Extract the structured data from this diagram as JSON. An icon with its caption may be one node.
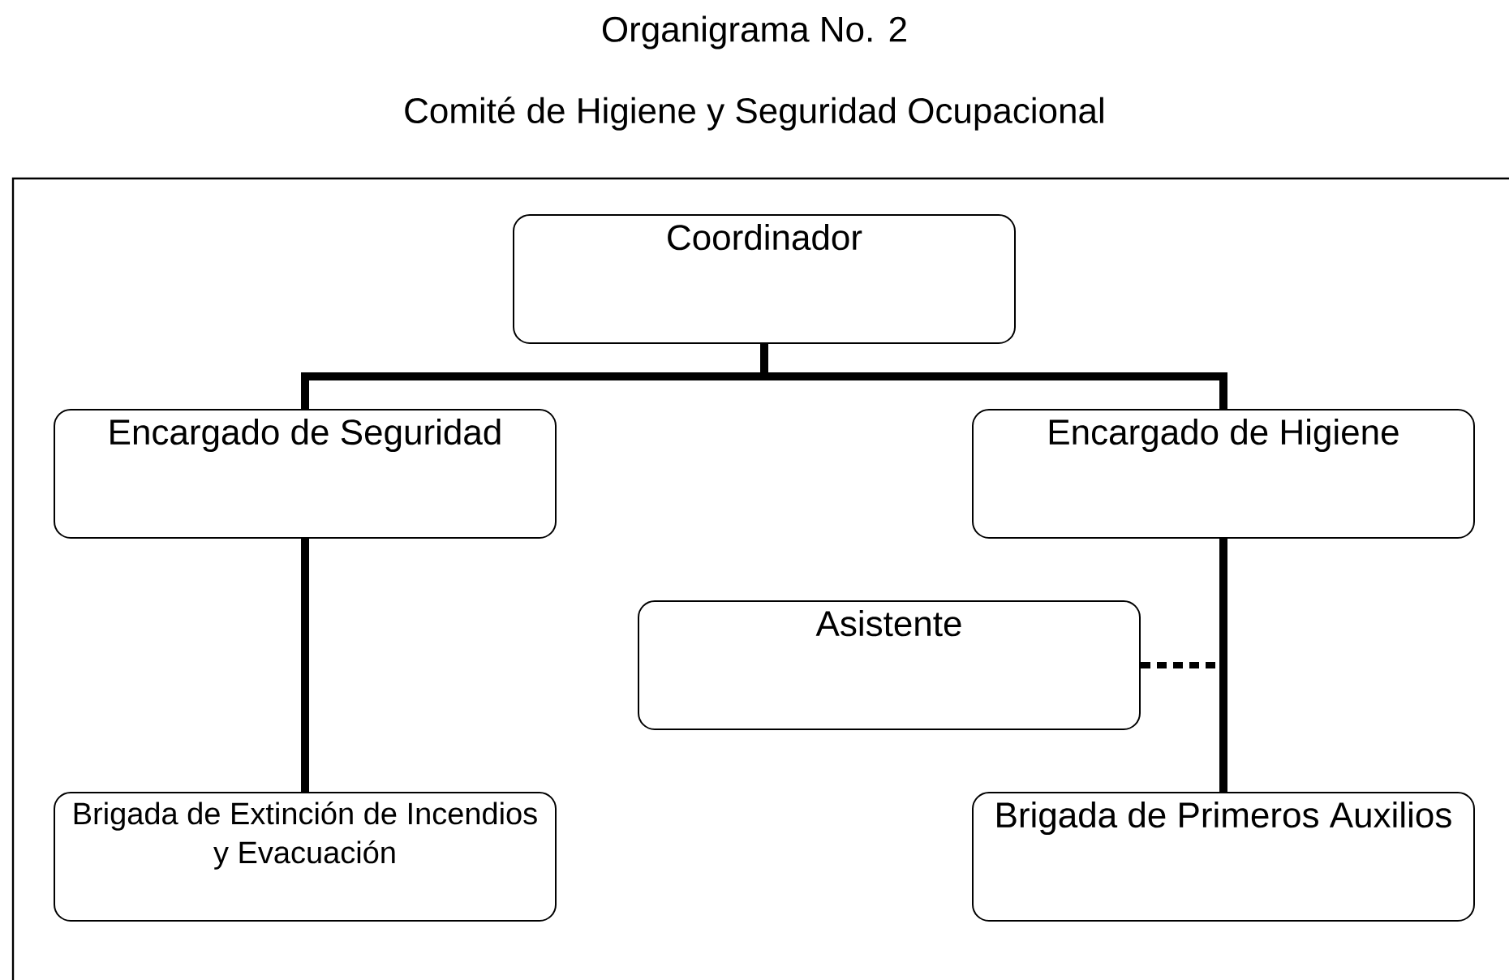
{
  "diagram": {
    "title": "Organigrama No. 2",
    "nodes": [
      {
        "text": [
          "Coordinador"
        ]
      },
      {
        "text": [
          "Encargado de Seguridad"
        ]
      },
      {
        "text": [
          "Encargado de Higiene"
        ]
      },
      {
        "text": [
          "Asistente"
        ]
      },
      {
        "text": [
          "Brigada de Extinción de Incendios y Evacuación"
        ]
      },
      {
        "text": [
          "Brigada de Primeros Auxilios"
        ]
      }
    ],
    "edges": [
      {
        "from": 0,
        "to": 1,
        "arrow": "none"
      },
      {
        "from": 0,
        "to": 2,
        "arrow": "none"
      },
      {
        "from": 1,
        "to": 4,
        "arrow": "none"
      },
      {
        "from": 3,
        "to": 2,
        "arrow": "none",
        "style": "dashed"
      },
      {
        "from": 2,
        "to": 5,
        "arrow": "none"
      }
    ],
    "labels": [
      "Comité de Higiene y Seguridad Ocupacional"
    ]
  }
}
